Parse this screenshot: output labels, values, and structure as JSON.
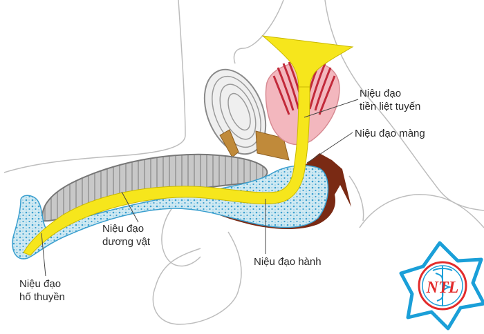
{
  "labels": {
    "prostatic": [
      "Niệu đạo",
      "tiền liệt tuyến"
    ],
    "membranous": "Niệu đạo màng",
    "penile": [
      "Niệu đạo",
      "dương vật"
    ],
    "bulbar": "Niệu đạo hành",
    "fossa": [
      "Niệu đạo",
      "hố thuyền"
    ]
  },
  "logo": {
    "text": "NTL",
    "color_primary": "#1a9fd8",
    "color_accent": "#e32b2b"
  },
  "colors": {
    "urethra": "#f6e61c",
    "spongy_tissue": "#cfe9f2",
    "spongy_dots": "#3a9fcf",
    "cavernosum": "#c9c9c9",
    "prostate": "#f3b7be",
    "muscle": "#c2293a",
    "bone": "#e2e2e2",
    "perineal_tissue": "#7a2a14",
    "connective": "#c08a3a"
  }
}
